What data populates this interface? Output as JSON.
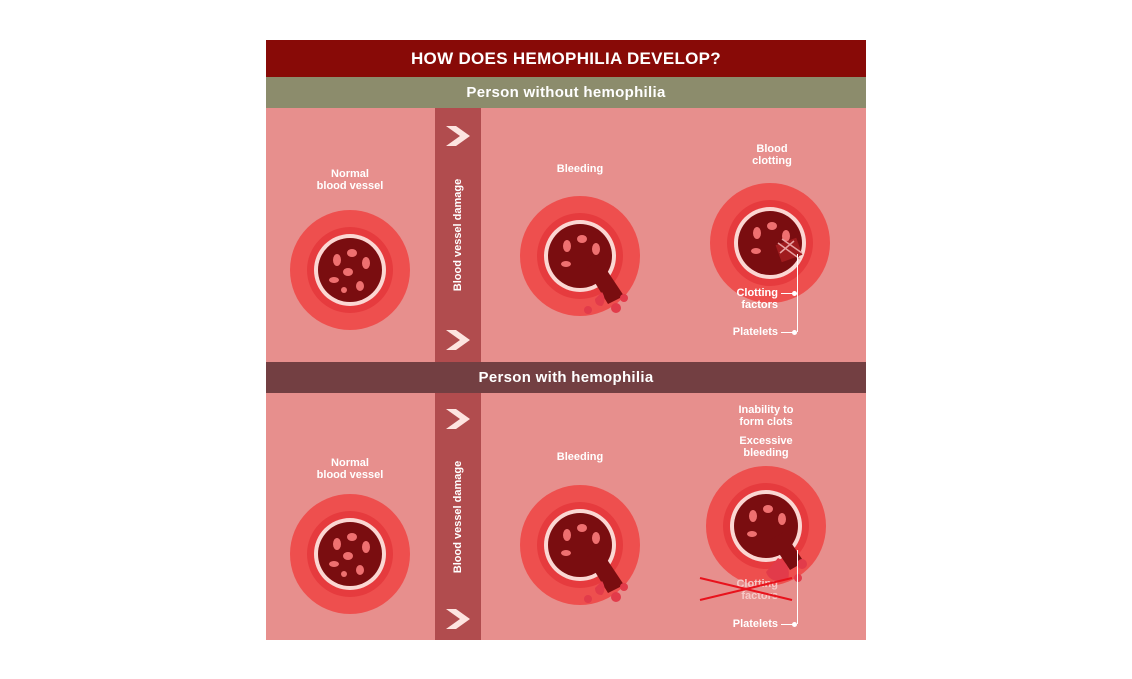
{
  "title": "HOW DOES HEMOPHILIA DEVELOP?",
  "colors": {
    "title_band": "#880a07",
    "section1_band": "#8c8c6c",
    "section2_band": "#733f42",
    "panel": "#e78f8d",
    "strip": "#b14c4e",
    "vessel_outer": "#ee4f4e",
    "vessel_inner": "#7a0d10",
    "blood": "#e23b4a",
    "cross_mark": "#e8121c"
  },
  "sections": [
    {
      "heading": "Person without hemophilia",
      "strip_label": "Blood vessel damage",
      "normal_label": "Normal\nblood vessel",
      "bleeding_label": "Bleeding",
      "result_label": "Blood\nclotting",
      "factor_label": "Clotting\nfactors",
      "platelets_label": "Platelets"
    },
    {
      "heading": "Person with hemophilia",
      "strip_label": "Blood vessel damage",
      "normal_label": "Normal\nblood vessel",
      "bleeding_label": "Bleeding",
      "inability_label": "Inability to\nform clots",
      "result_label": "Excessive\nbleeding",
      "factor_label": "Clotting\nfactors",
      "platelets_label": "Platelets"
    }
  ]
}
